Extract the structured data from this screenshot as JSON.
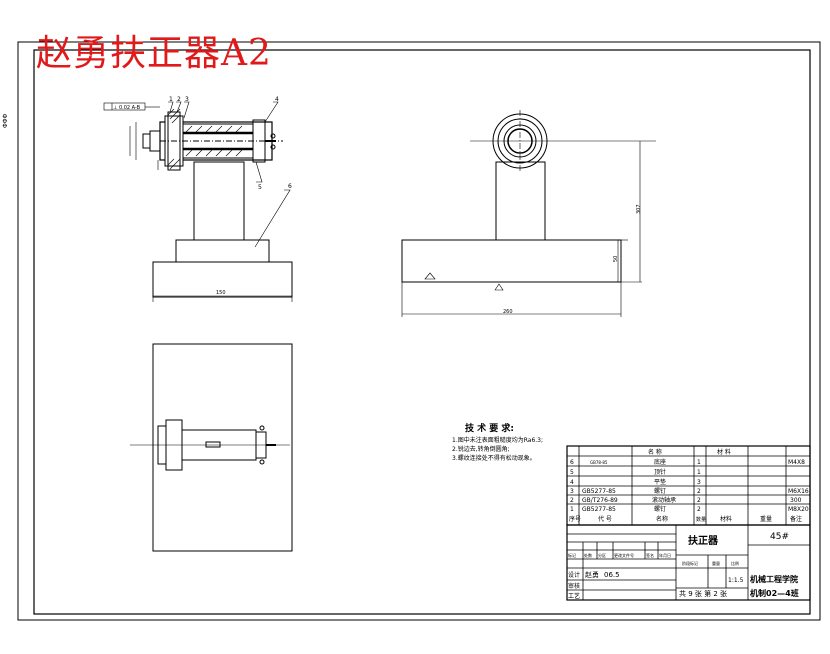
{
  "header": {
    "title": "赵勇扶正器A2"
  },
  "side_label": "ΦΦΦ",
  "tech_req": {
    "heading": "技 术 要 求:",
    "items": [
      "1.图中未注表面粗糙度均为Ra6.3;",
      "2.锐边去,转角倒圆角;",
      "3.螺纹连接处不得有松动现象。"
    ]
  },
  "dimensions": {
    "front_width": "150",
    "side_width": "260",
    "side_height": "307",
    "base_height": "50"
  },
  "leaders": {
    "l1": "1",
    "l2": "2",
    "l3": "3",
    "l4": "4",
    "l5": "5",
    "l6": "6"
  },
  "tolerance_box": "⊥ 0.02 A-B",
  "bom": {
    "rows": [
      {
        "no": "6",
        "code": "GB78-85",
        "name": "底座",
        "qty": "1",
        "spec": "M4X8"
      },
      {
        "no": "5",
        "code": "",
        "name": "顶针",
        "qty": "1",
        "spec": ""
      },
      {
        "no": "4",
        "code": "",
        "name": "平垫",
        "qty": "3",
        "spec": ""
      },
      {
        "no": "3",
        "code": "GB5277-85",
        "name": "螺钉",
        "qty": "2",
        "spec": "M6X16"
      },
      {
        "no": "2",
        "code": "GB/T276-89",
        "name": "滚动轴承",
        "qty": "2",
        "spec": "300"
      },
      {
        "no": "1",
        "code": "GB5277-85",
        "name": "螺钉",
        "qty": "2",
        "spec": "M8X20"
      }
    ],
    "header_labels": {
      "no": "序号",
      "code": "代 号",
      "name": "名称",
      "qty": "数量",
      "material": "材料",
      "weight": "重量",
      "note": "备注"
    },
    "top_labels": {
      "a": "名 称",
      "b": "材 料"
    }
  },
  "title_block": {
    "name": "扶正器",
    "material": "45#",
    "designer_label": "设计",
    "designer": "赵勇",
    "date": "06.5",
    "review_label": "审核",
    "craft_label": "工艺",
    "mark_labels": [
      "标记",
      "处数",
      "分区",
      "更改文件号",
      "签名",
      "年月日"
    ],
    "stage_labels": [
      "阶段标记",
      "重量",
      "比例"
    ],
    "scale": "1:1.5",
    "school": "机械工程学院",
    "class": "机制02—4班",
    "sheets": "共 9 张   第 2 张"
  }
}
